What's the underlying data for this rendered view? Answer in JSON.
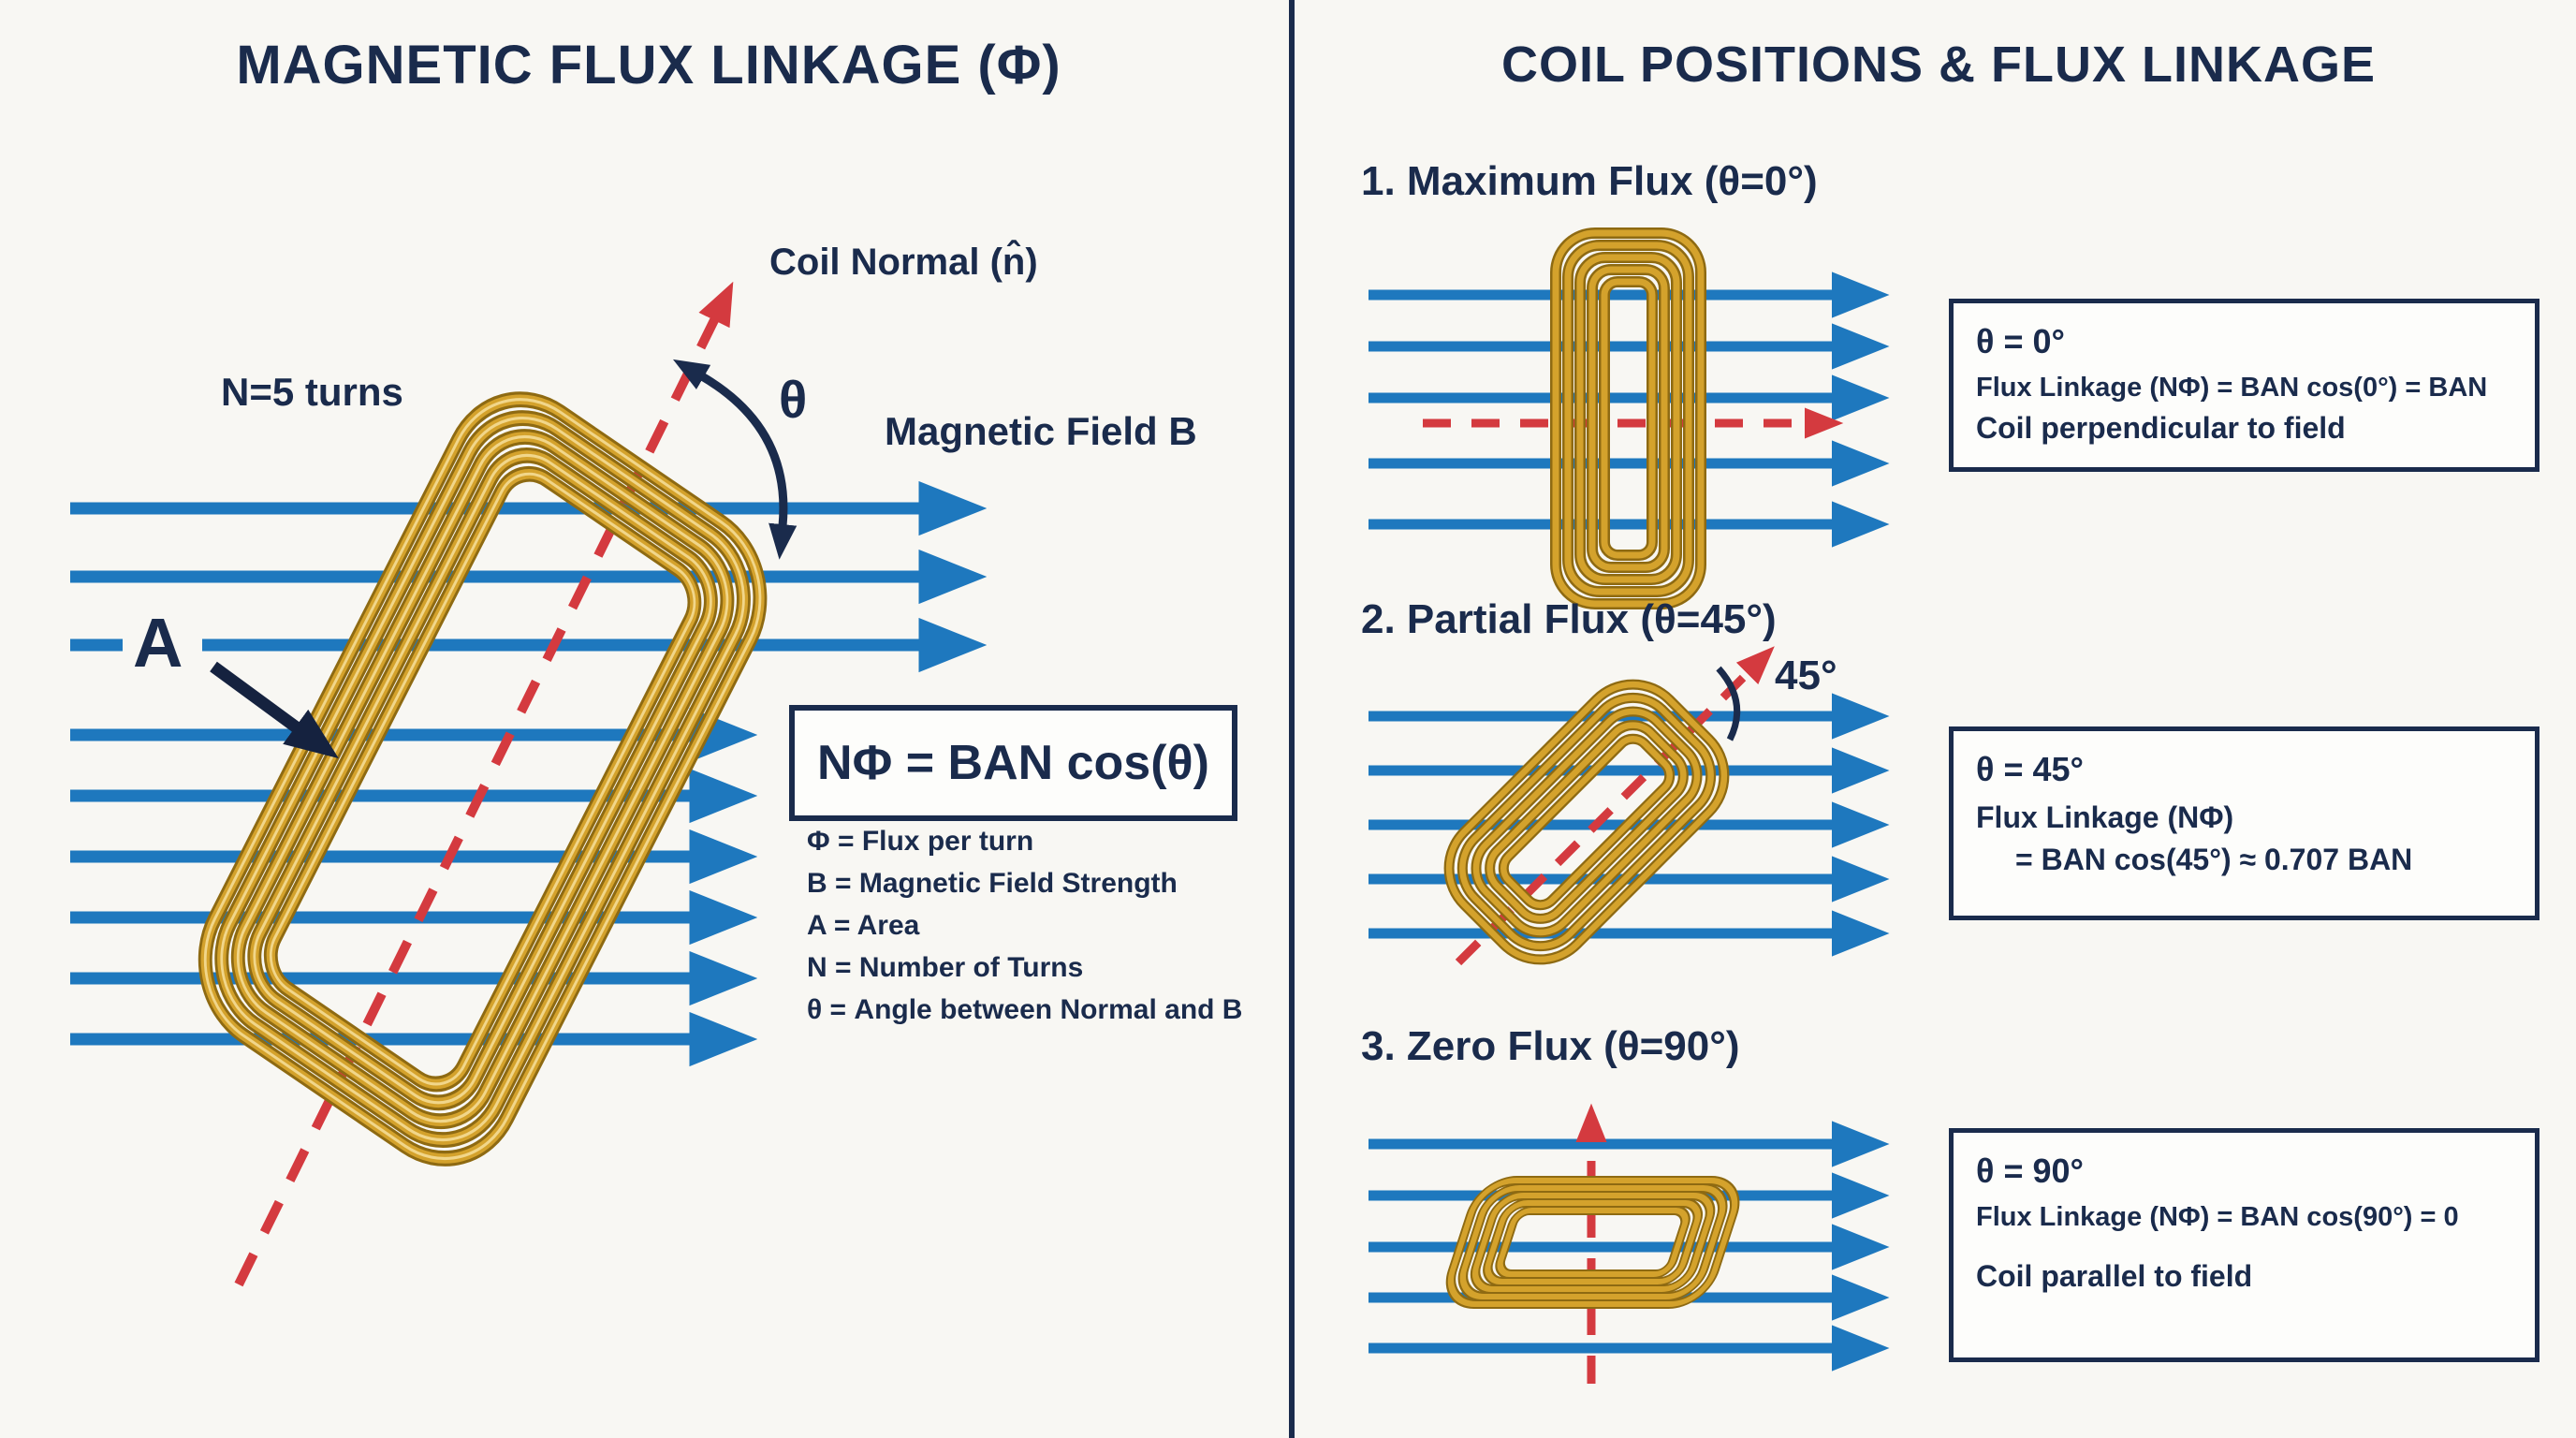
{
  "left_panel": {
    "title": "MAGNETIC FLUX LINKAGE (Φ)",
    "normal_label": "Coil Normal (n̂)",
    "theta_label": "θ",
    "field_label": "Magnetic Field B",
    "turns_label": "N=5 turns",
    "area_label": "A",
    "formula": "NΦ = BAN cos(θ)",
    "definitions": [
      "Φ = Flux per turn",
      "B = Magnetic Field Strength",
      "A = Area",
      "N = Number of Turns",
      "θ = Angle between Normal and B"
    ]
  },
  "right_panel": {
    "title": "COIL POSITIONS & FLUX LINKAGE",
    "sections": [
      {
        "heading": "1. Maximum Flux (θ=0°)",
        "lines": [
          "θ = 0°",
          "Flux Linkage (NΦ) = BAN cos(0°) = BAN",
          "Coil perpendicular to field"
        ]
      },
      {
        "heading": "2. Partial Flux (θ=45°)",
        "angle_label": "45°",
        "lines": [
          "θ = 45°",
          "Flux Linkage (NΦ)",
          "= BAN cos(45°) ≈ 0.707 BAN"
        ]
      },
      {
        "heading": "3. Zero Flux (θ=90°)",
        "lines": [
          "θ = 90°",
          "Flux Linkage (NΦ) = BAN cos(90°) = 0",
          "Coil parallel to field"
        ]
      }
    ]
  },
  "colors": {
    "navy": "#1A2B4C",
    "field_blue": "#1E78BE",
    "normal_red": "#D43A3F",
    "coil_gold": "#D4A22C",
    "coil_gold_dark": "#8E6A12",
    "background": "#F8F7F3"
  }
}
